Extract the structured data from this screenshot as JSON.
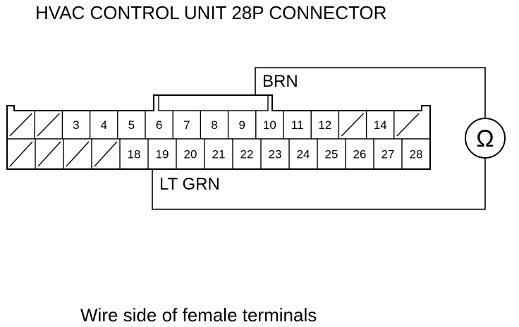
{
  "title": "HVAC CONTROL UNIT 28P CONNECTOR",
  "wire_labels": {
    "top": "BRN",
    "bottom": "LT GRN"
  },
  "meter_symbol": "Ω",
  "meter_icon": "ohmmeter-icon",
  "caption": "Wire side of female terminals",
  "connector": {
    "top_row": [
      "",
      "",
      "3",
      "4",
      "5",
      "6",
      "7",
      "8",
      "9",
      "10",
      "11",
      "12",
      "",
      "14",
      ""
    ],
    "bottom_row": [
      "",
      "",
      "",
      "",
      "18",
      "19",
      "20",
      "21",
      "22",
      "23",
      "24",
      "25",
      "26",
      "27",
      "28"
    ]
  },
  "probe_pins": {
    "top": "9",
    "bottom": "19"
  }
}
